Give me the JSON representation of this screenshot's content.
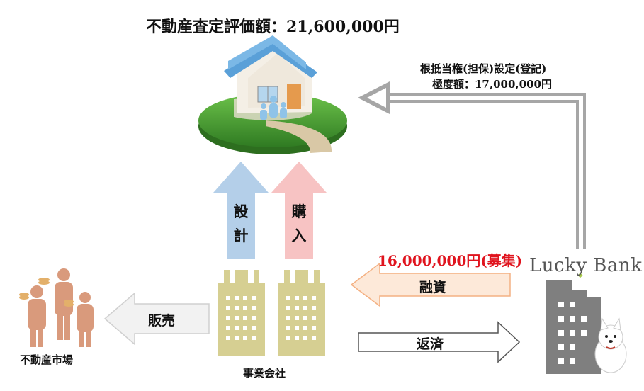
{
  "title": "不動産査定評価額：21,600,000円",
  "lien": {
    "line1": "根抵当権(担保)設定(登記)",
    "line2": "極度額：17,000,000円"
  },
  "loan": {
    "amount_label": "16,000,000円(募集)",
    "arrow_label": "融資"
  },
  "repay_label": "返済",
  "sell_label": "販売",
  "design_label": "設計",
  "purchase_label": "購入",
  "bank_name": "Lucky Bank",
  "market_label": "不動産市場",
  "company_label": "事業会社",
  "colors": {
    "lien_arrow": "#a6a6a6",
    "loan_arrow_fill": "#fde9d9",
    "loan_arrow_stroke": "#f4b183",
    "design_arrow": "#b4cfe9",
    "purchase_arrow": "#f7c3c3",
    "building": "#d6cf92",
    "bank_building": "#7f7f7f",
    "people": "#d99a7c",
    "grass": "#3f8c2c",
    "roof": "#5aa0d8",
    "amount_text": "#e0141e"
  }
}
